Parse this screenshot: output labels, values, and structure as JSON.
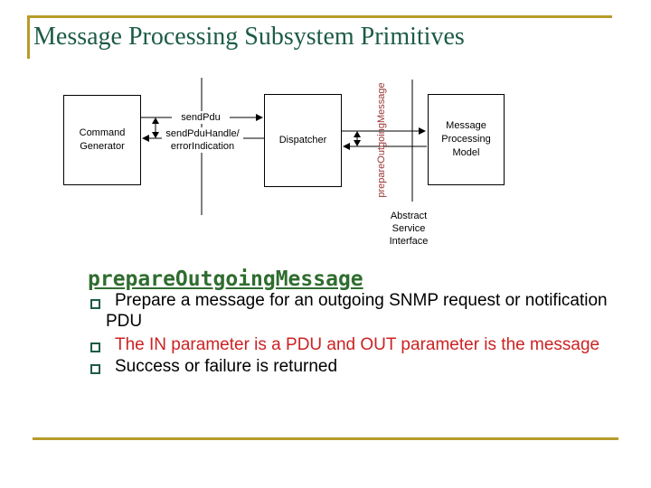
{
  "slide": {
    "title": "Message Processing Subsystem Primitives"
  },
  "diagram": {
    "boxes": {
      "command_generator": {
        "line1": "Command",
        "line2": "Generator"
      },
      "dispatcher": {
        "label": "Dispatcher"
      },
      "message_processing_model": {
        "line1": "Message",
        "line2": "Processing",
        "line3": "Model"
      }
    },
    "labels": {
      "send_pdu": "sendPdu",
      "send_pdu_handle_line1": "sendPduHandle/",
      "send_pdu_handle_line2": "errorIndication",
      "prepare_outgoing_vertical": "prepareOutgoingMessage",
      "asi_line1": "Abstract",
      "asi_line2": "Service",
      "asi_line3": "Interface"
    }
  },
  "body": {
    "heading": "prepareOutgoingMessage",
    "bullets": [
      {
        "line1": "Prepare a message for an outgoing SNMP request or notification",
        "line2": "PDU"
      },
      {
        "line1": "The IN parameter is a PDU and OUT parameter is the message"
      },
      {
        "line1": "Success or failure is returned"
      }
    ]
  },
  "colors": {
    "accent_gold": "#b89b2a",
    "title_green": "#1d5b47",
    "heading_green": "#2f6d2f",
    "bullet_red": "#cc2222",
    "vertical_label_maroon": "#9c3333"
  }
}
